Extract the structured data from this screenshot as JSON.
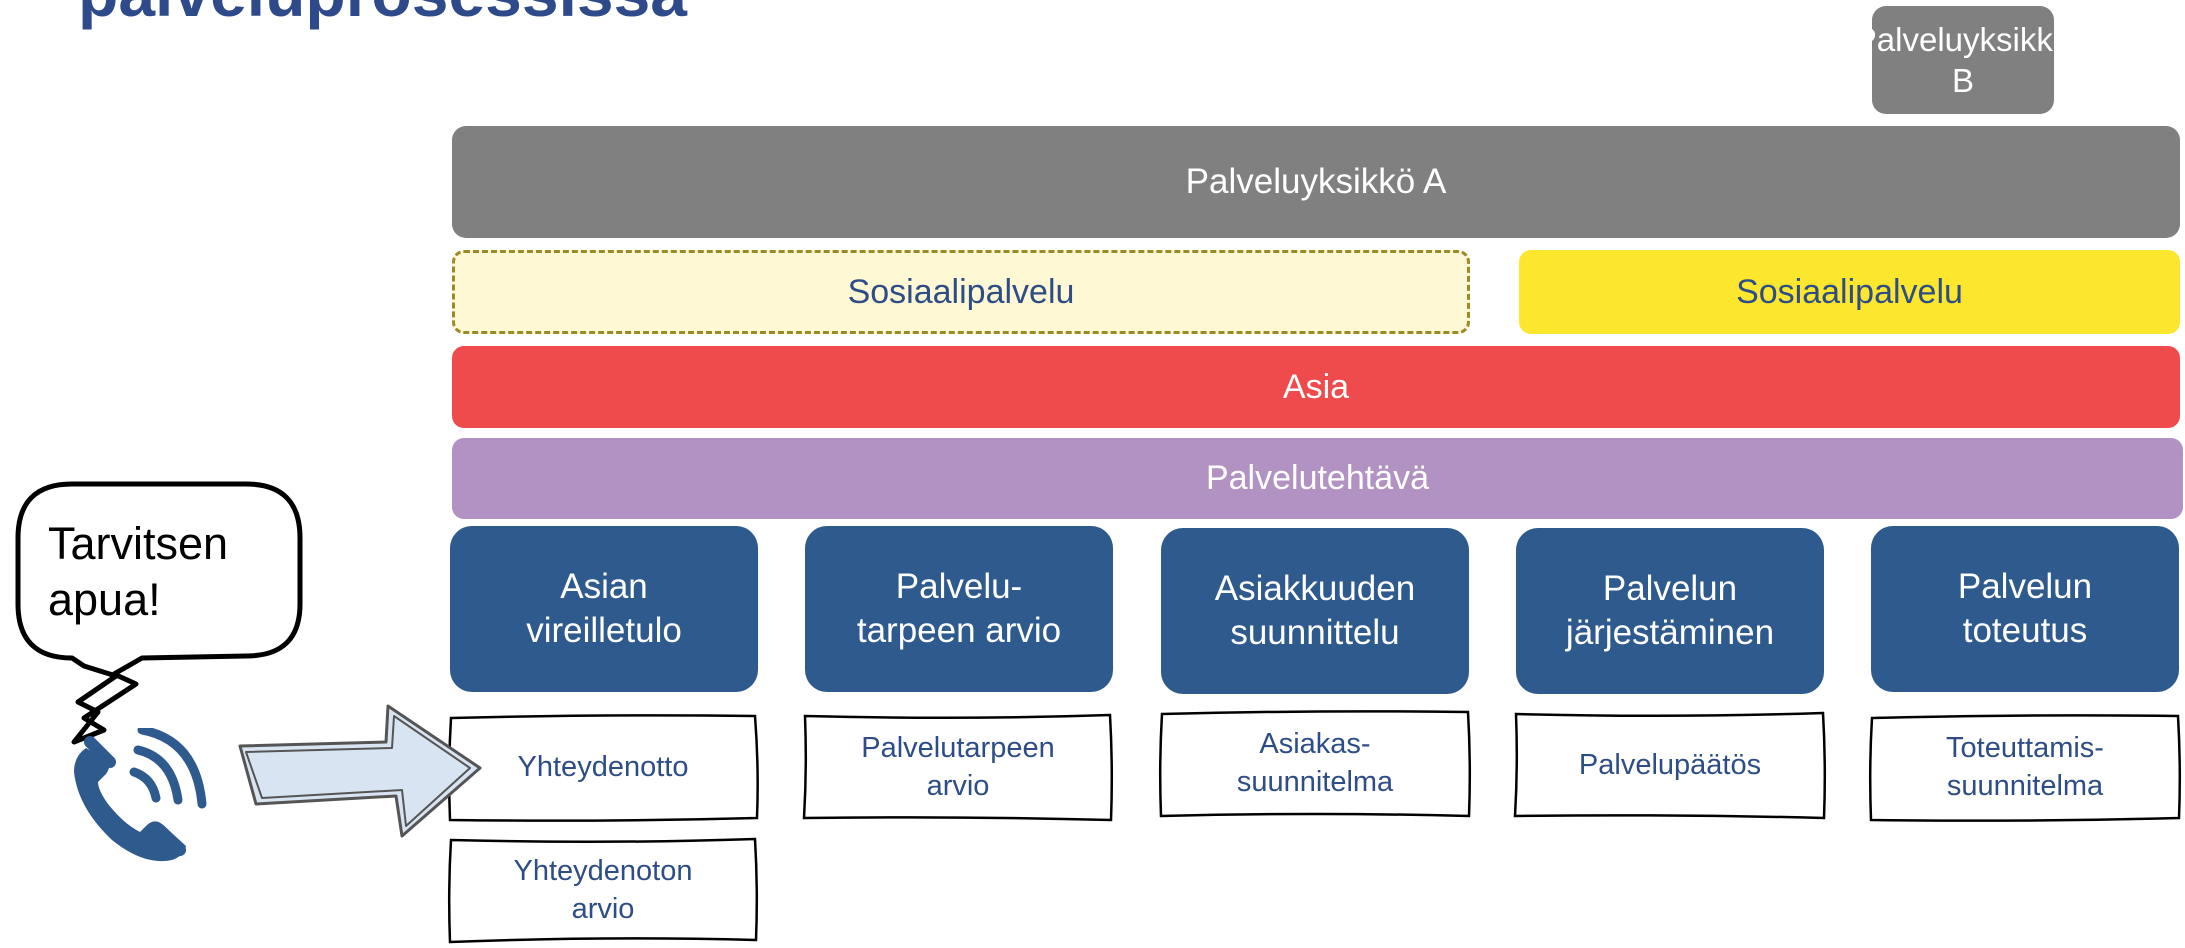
{
  "title": "palveluprosessissa",
  "units": {
    "unit_b": "Palveluyksikkö B",
    "unit_a": "Palveluyksikkö A"
  },
  "layers": {
    "sosiaalipalvelu_dashed": "Sosiaalipalvelu",
    "sosiaalipalvelu_solid": "Sosiaalipalvelu",
    "asia": "Asia",
    "palvelutehtava": "Palvelutehtävä"
  },
  "phases": [
    {
      "label": "Asian vireilletulo"
    },
    {
      "label": "Palvelu-tarpeen arvio"
    },
    {
      "label": "Asiakkuuden suunnittelu"
    },
    {
      "label": "Palvelun järjestäminen"
    },
    {
      "label": "Palvelun toteutus"
    }
  ],
  "documents": [
    {
      "label": "Yhteydenotto"
    },
    {
      "label": "Palvelutarpeen arvio"
    },
    {
      "label": "Asiakas-suunnitelma"
    },
    {
      "label": "Palvelupäätös"
    },
    {
      "label": "Toteuttamis-suunnitelma"
    },
    {
      "label": "Yhteydenoton arvio"
    }
  ],
  "speech_bubble": {
    "text": "Tarvitsen apua!"
  },
  "icons": [
    "phone-icon",
    "arrow-right-icon",
    "speech-bubble-icon"
  ],
  "colors": {
    "title": "#2f4a8a",
    "gray_unit": "#808080",
    "sosiaalipalvelu_light": "#fef8d4",
    "sosiaalipalvelu_yellow": "#fde62e",
    "asia_red": "#ef4b4c",
    "palvelutehtava_purple": "#b192c3",
    "phase_blue": "#2f5a8e",
    "doc_text": "#2e4d87",
    "arrow_fill": "#d9e4f2"
  }
}
